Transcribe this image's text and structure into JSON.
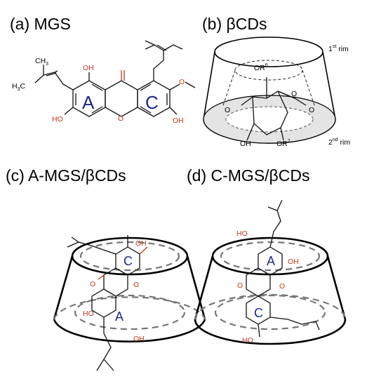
{
  "panels": {
    "a": {
      "label": "(a) MGS"
    },
    "b": {
      "label": "(b) βCDs"
    },
    "c": {
      "label": "(c) A-MGS/βCDs"
    },
    "d": {
      "label": "(d) C-MGS/βCDs"
    }
  },
  "mgs": {
    "rings": {
      "A": "A",
      "C": "C"
    },
    "atoms": {
      "ch3": "CH",
      "ch3_sub": "3",
      "h3c": "H",
      "h3c_sub": "3",
      "h3c_c": "C",
      "oh": "OH",
      "ho": "HO",
      "o": "O",
      "ome": "O"
    }
  },
  "cd": {
    "rim1": "1",
    "rim1_sup": "st",
    "rim1_word": " rim",
    "rim2": "2",
    "rim2_sup": "nd",
    "rim2_word": " rim",
    "or6": "OR",
    "or6_sup": "6",
    "or2": "OR",
    "or2_sup": "2",
    "oh": "OH",
    "o": "O"
  },
  "complex_c": {
    "ring_top": "C",
    "ring_bottom": "A",
    "ho": "HO",
    "oh": "OH",
    "o": "O"
  },
  "complex_d": {
    "ring_top": "A",
    "ring_bottom": "C",
    "ho": "HO",
    "oh": "OH",
    "o": "O"
  },
  "colors": {
    "oxygen": "#c0391b",
    "ring_letter": "#1b2a8a",
    "dash": "#777777"
  }
}
